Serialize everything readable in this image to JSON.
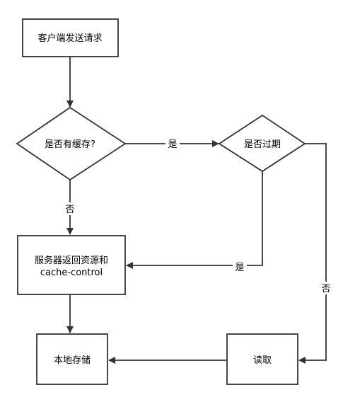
{
  "nodes": {
    "client_request": "客户端发送请求",
    "has_cache": "是否有缓存?",
    "is_expired": "是否过期",
    "server_return_line1": "服务器返回资源和",
    "server_return_line2": "cache-control",
    "local_store": "本地存储",
    "read": "读取"
  },
  "edges": {
    "has_cache_yes": "是",
    "has_cache_no": "否",
    "expired_yes": "是",
    "expired_no": "否"
  },
  "colors": {
    "stroke": "#333333",
    "fill": "#ffffff",
    "text": "#000000"
  }
}
